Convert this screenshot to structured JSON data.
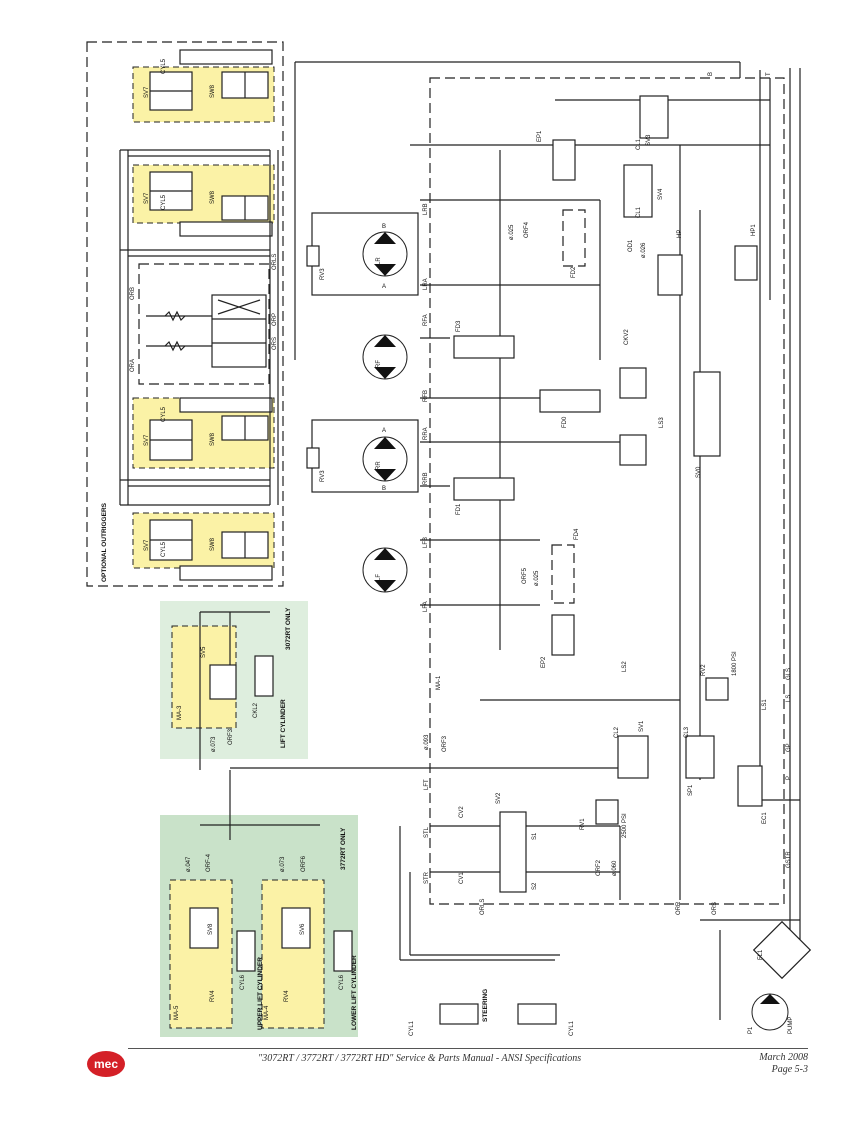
{
  "colors": {
    "main_panel": "#cde8f6",
    "valve_box": "#fbf2a6",
    "lift_panel": "#deeede",
    "lower_panel": "#c9e2c9",
    "line": "#222222",
    "logo_red": "#d42027"
  },
  "footer": {
    "logo_text": "mec",
    "title": "\"3072RT / 3772RT / 3772RT HD\" Service & Parts Manual - ANSI Specifications",
    "date": "March 2008",
    "page": "Page 5-3"
  },
  "outriggers": {
    "title": "OPTIONAL OUTRIGGERS",
    "sections": [
      {
        "sv": "SV7",
        "sw": "SW8",
        "cyl": "CYL5"
      },
      {
        "sv": "SV7",
        "sw": "SW8",
        "cyl": "CYL5"
      },
      {
        "sv": "SV7",
        "sw": "SW8",
        "cyl": "CYL5"
      },
      {
        "sv": "SV7",
        "sw": "SW8",
        "cyl": "CYL5"
      }
    ],
    "port_labels": [
      "ORB",
      "ORA",
      "ORLS",
      "ORP",
      "ORS"
    ]
  },
  "lift_3072": {
    "sv": "SV5",
    "manifold": "MA-3",
    "check": "CKL2",
    "orifice": "ORF3",
    "orifice_size": "ø.073",
    "cylinder_label": "LIFT CYLINDER",
    "model_note": "3072RT ONLY"
  },
  "lift_3772": {
    "model_note": "3772RT ONLY",
    "upper": {
      "sv": "SV8",
      "rv": "RV4",
      "orf": "ORF-4",
      "orifice_size": "ø.047",
      "cyl": "CYL6",
      "manifold": "MA-5",
      "label": "UPPER LIFT CYLINDER"
    },
    "lower": {
      "sv": "SV6",
      "rv": "RV4",
      "orf": "ORF6",
      "orifice_size": "ø.073",
      "cyl": "CYL6",
      "manifold": "MA-4",
      "label": "LOWER LIFT CYLINDER"
    }
  },
  "steering": {
    "label": "STEERING",
    "cyl_left": "CYL1",
    "cyl_right": "CYL1"
  },
  "motors": {
    "lr": {
      "label": "LR",
      "brake": "RV3",
      "ports": [
        "LRB",
        "LRA"
      ],
      "a": "A",
      "b": "B"
    },
    "rf": {
      "label": "RF",
      "ports": [
        "RFA",
        "RFB"
      ]
    },
    "rr": {
      "label": "RR",
      "brake": "RV3",
      "ports": [
        "RRA",
        "RRB"
      ],
      "a": "A",
      "b": "B"
    },
    "lf": {
      "label": "LF",
      "ports": [
        "LFB",
        "LFA"
      ]
    }
  },
  "main_manifold": {
    "label": "MA-1",
    "components": {
      "ep1": "EP1",
      "sv3": "SV3",
      "cl1a": "CL1",
      "sv4": "SV4",
      "cl1b": "CL1",
      "orf": "ORF4",
      "orf_size": "ø.025",
      "fd2": "FD2",
      "od1": "OD1",
      "od1_size": "ø.026",
      "hp": "HP",
      "hp1": "HP1",
      "fd3": "FD3",
      "fd0": "FD0",
      "ckv2": "CKV2",
      "ls1a": "LS3",
      "sv0": "SV0",
      "fd1": "FD1",
      "ep2": "EP2",
      "fd4": "FD4",
      "orf5": "ORF5",
      "orf5_size": "ø.025",
      "ls2": "LS2",
      "rv2": "RV2",
      "rv2_psi": "1800 PSI",
      "ls1": "LS1",
      "sv1": "SV1",
      "cl2": "CL2",
      "cl3": "CL3",
      "sp1": "SP1",
      "ec1": "EC1",
      "rv1": "RV1",
      "rv1_psi": "2500 PSI",
      "orf2": "ORF2",
      "orf2_size": "ø.060",
      "sv2": "SV2",
      "cv2": "CV2",
      "cv1": "CV1",
      "orf3": "ORF3",
      "orf3_size": "ø.093",
      "s1": "S1",
      "s2": "S2"
    },
    "port_labels": {
      "lrb": "LRB",
      "lra": "LRA",
      "rfa": "RFA",
      "rfb": "RFB",
      "rra": "RRA",
      "rrb": "RRB",
      "lfb": "LFB",
      "lfa": "LFA",
      "lft": "LFT",
      "stl": "STL",
      "str": "STR",
      "orls": "ORLS",
      "orr": "ORR",
      "ors": "ORS",
      "gstr": "GSTR",
      "gls": "GLS",
      "ls": "LS",
      "gp": "GP",
      "p": "P",
      "b": "B",
      "t": "T"
    }
  },
  "pump": {
    "label": "P1",
    "sub": "PUMP",
    "filter": "FL1"
  }
}
